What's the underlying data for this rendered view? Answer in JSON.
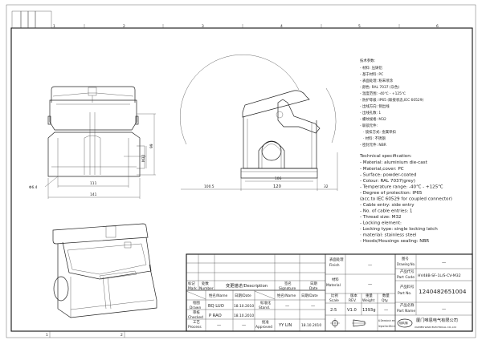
{
  "zones": [
    "1",
    "2",
    "3",
    "4",
    "5",
    "6"
  ],
  "spec_cn": {
    "title": "技术参数:",
    "lines": [
      "- 材料: 压铸铝",
      "- 基于材料: PC",
      "- 表面处理: 粉末喷涂",
      "- 颜色: RAL 7037 (灰色)",
      "- 温度范围: -40℃  -  +125℃",
      "- 防护等级: IP65 (联接状态,IEC 60529)",
      "- 出线方向: 侧出线",
      "- 出线孔数: 1",
      "- 螺纹规格: M32",
      "- 联锁元件:",
      "   · 锁扣方式: 金属单扣",
      "   · 材料: 不锈钢",
      "- 密封元件: NBR"
    ]
  },
  "spec_en": {
    "title": "Technical specification:",
    "lines": [
      "- Material: aluminium die-cast",
      "- Material,cover: PC",
      "- Surface: powder-coated",
      "- Colour: RAL 7037(grey)",
      "- Temperature range: -40℃  -  +125℃",
      "- Degree of protection: IP65",
      "  (acc.to IEC 60529 for coupled connector)",
      "- Cable entry: side entry",
      "- No. of cable entries: 1",
      "- Thread size: M32",
      "- Locking element:",
      "    · Locking type: single locking latch",
      "    · material: stainless steel",
      "- Hoods/Housings sealing: NBR"
    ]
  },
  "dimensions": {
    "front_width": "141",
    "front_hole_spacing": "111",
    "front_height": "99",
    "thread": "M32",
    "hole_dia": "Φ6.4",
    "side_base_width": "120",
    "side_hole_spacing": "106",
    "side_left": "100.5",
    "side_right": "32"
  },
  "title_block": {
    "mark": {
      "cn": "标记",
      "en": "Mark"
    },
    "number": {
      "cn": "处数",
      "en": "Number"
    },
    "description": "变更描述/Description",
    "signature": {
      "cn": "签名",
      "en": "Signature"
    },
    "date_h": {
      "cn": "日期",
      "en": "Date"
    },
    "name_h": "姓名/Name",
    "date_h2": "日期/Date",
    "drawn": {
      "cn": "绘图",
      "en": "Drawn",
      "name": "BQ  LUO",
      "date": "18.10.2010"
    },
    "checked": {
      "cn": "审核",
      "en": "Checked",
      "name": "P  RAO",
      "date": "18.10.2010"
    },
    "process": {
      "cn": "工艺",
      "en": "Process",
      "name": "—",
      "date": "—"
    },
    "stand": {
      "cn": "标准化",
      "en": "Stand.",
      "name": "—",
      "date": "—"
    },
    "approved": {
      "cn": "批准",
      "en": "Approved",
      "name": "YY  LIN",
      "date": "18.10.2010"
    },
    "finish": {
      "cn": "表面处理",
      "en": "Finish",
      "value": "—"
    },
    "material": {
      "cn": "材料",
      "en": "Material",
      "value": "—"
    },
    "scale": {
      "cn": "比例",
      "en": "Scale",
      "value": "2:5"
    },
    "rev": {
      "cn": "版本",
      "en": "REV.",
      "value": "V1.0"
    },
    "weight": {
      "cn": "重量",
      "en": "Weight",
      "value": "1393g"
    },
    "qty": {
      "cn": "数量",
      "en": "Qty.",
      "value": "—"
    },
    "drawing_no": {
      "cn": "图号",
      "en": "Drawing No.",
      "value": "—"
    },
    "part_code": {
      "cn": "产品代号",
      "en": "Part Code",
      "value": "HV48B-SF-1L/S-CV-M32"
    },
    "part_no": {
      "cn": "产品料号",
      "en": "Part No.",
      "value": "1240482651004"
    },
    "part_name": {
      "cn": "产品名称",
      "en": "Part Name",
      "value": "—"
    },
    "dims_note1": "All Dimensions in mm",
    "dims_note2": "Original Size DIN A 4",
    "logo": "WAIN",
    "company_cn": "厦门唯恩电气有限公司",
    "company_en": "XIAMEN WAIN ELECTRICAL CO.,Ltd"
  }
}
